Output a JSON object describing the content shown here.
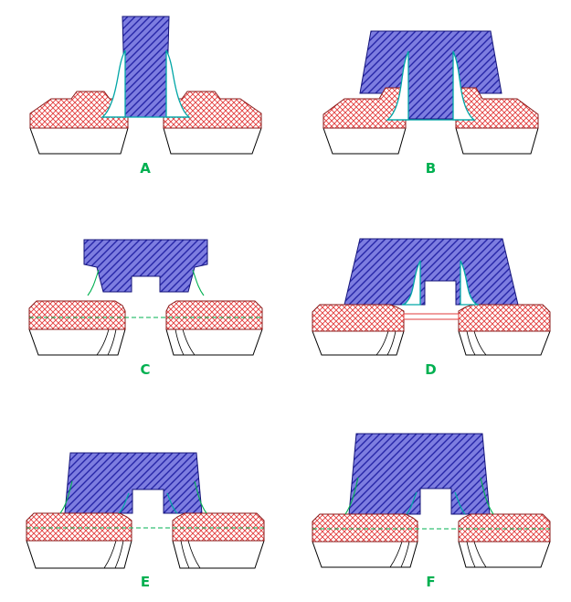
{
  "figure": {
    "panels": [
      {
        "label": "A"
      },
      {
        "label": "B"
      },
      {
        "label": "C"
      },
      {
        "label": "D"
      },
      {
        "label": "E"
      },
      {
        "label": "F"
      }
    ],
    "colors": {
      "green": "#00b050",
      "teal": "#00a6a6",
      "hatch_red": "#e23b3b",
      "red_outline": "#8a1a1a",
      "blue_fill": "#7d7de0",
      "blue_hatch": "#2626a8",
      "blue_outline": "#14147a",
      "substrate_outline": "#000000",
      "background": "#ffffff"
    }
  }
}
